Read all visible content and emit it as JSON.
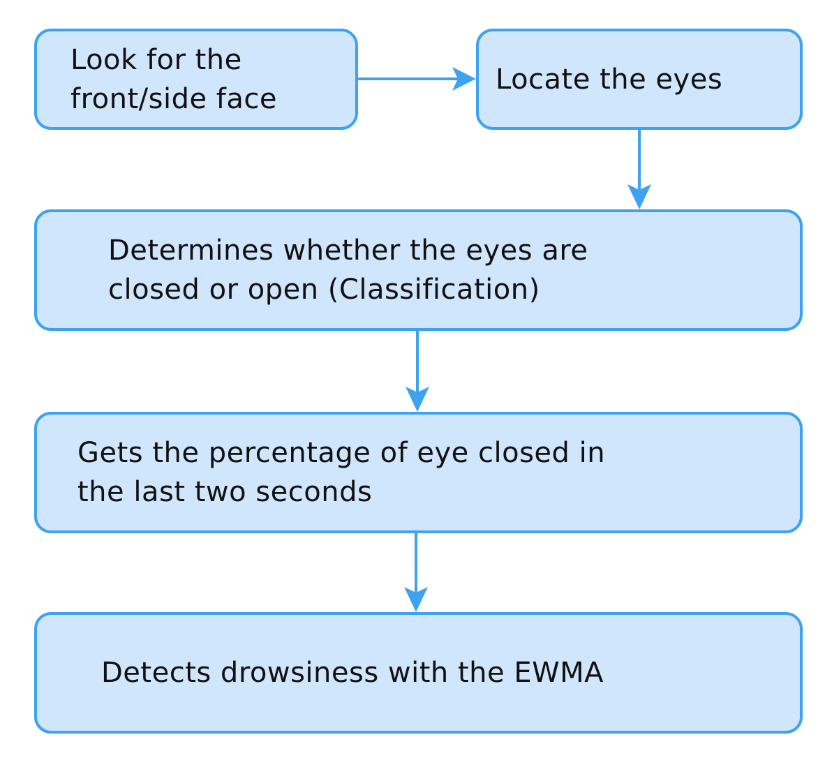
{
  "diagram": {
    "nodes": [
      {
        "id": "look-face",
        "lines": [
          "Look for the",
          "front/side face"
        ]
      },
      {
        "id": "locate-eyes",
        "lines": [
          "Locate the eyes"
        ]
      },
      {
        "id": "classify-eyes",
        "lines": [
          "Determines whether the eyes are",
          "closed or open (Classification)"
        ]
      },
      {
        "id": "percentage-closed",
        "lines": [
          "Gets the percentage of eye closed in",
          "the last two seconds"
        ]
      },
      {
        "id": "detect-drowsiness",
        "lines": [
          "Detects drowsiness with the EWMA"
        ]
      }
    ],
    "edges": [
      {
        "from": "look-face",
        "to": "locate-eyes"
      },
      {
        "from": "locate-eyes",
        "to": "classify-eyes"
      },
      {
        "from": "classify-eyes",
        "to": "percentage-closed"
      },
      {
        "from": "percentage-closed",
        "to": "detect-drowsiness"
      }
    ],
    "colors": {
      "node_fill": "#cfe6fc",
      "node_border": "#3da2ef",
      "arrow": "#3da2ef",
      "text": "#111111"
    }
  }
}
